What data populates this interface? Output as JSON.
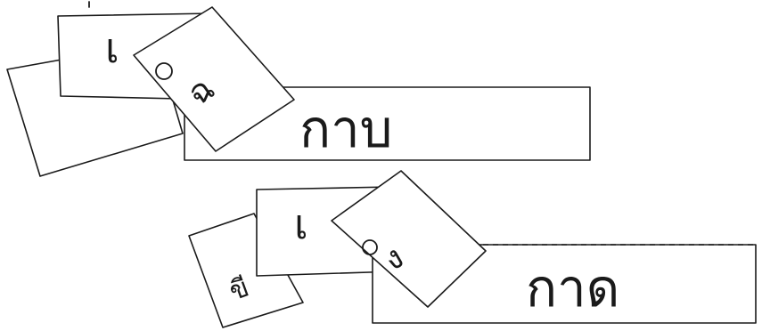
{
  "groups": [
    {
      "word": "กาบ",
      "vowel_symbol": "เ",
      "initial_symbol": "",
      "tone_marker": "o",
      "final_symbol": "ฉ"
    },
    {
      "word": "กาด",
      "vowel_symbol": "เ",
      "initial_symbol": "ขี",
      "tone_marker": "o",
      "final_symbol": "ง"
    }
  ]
}
